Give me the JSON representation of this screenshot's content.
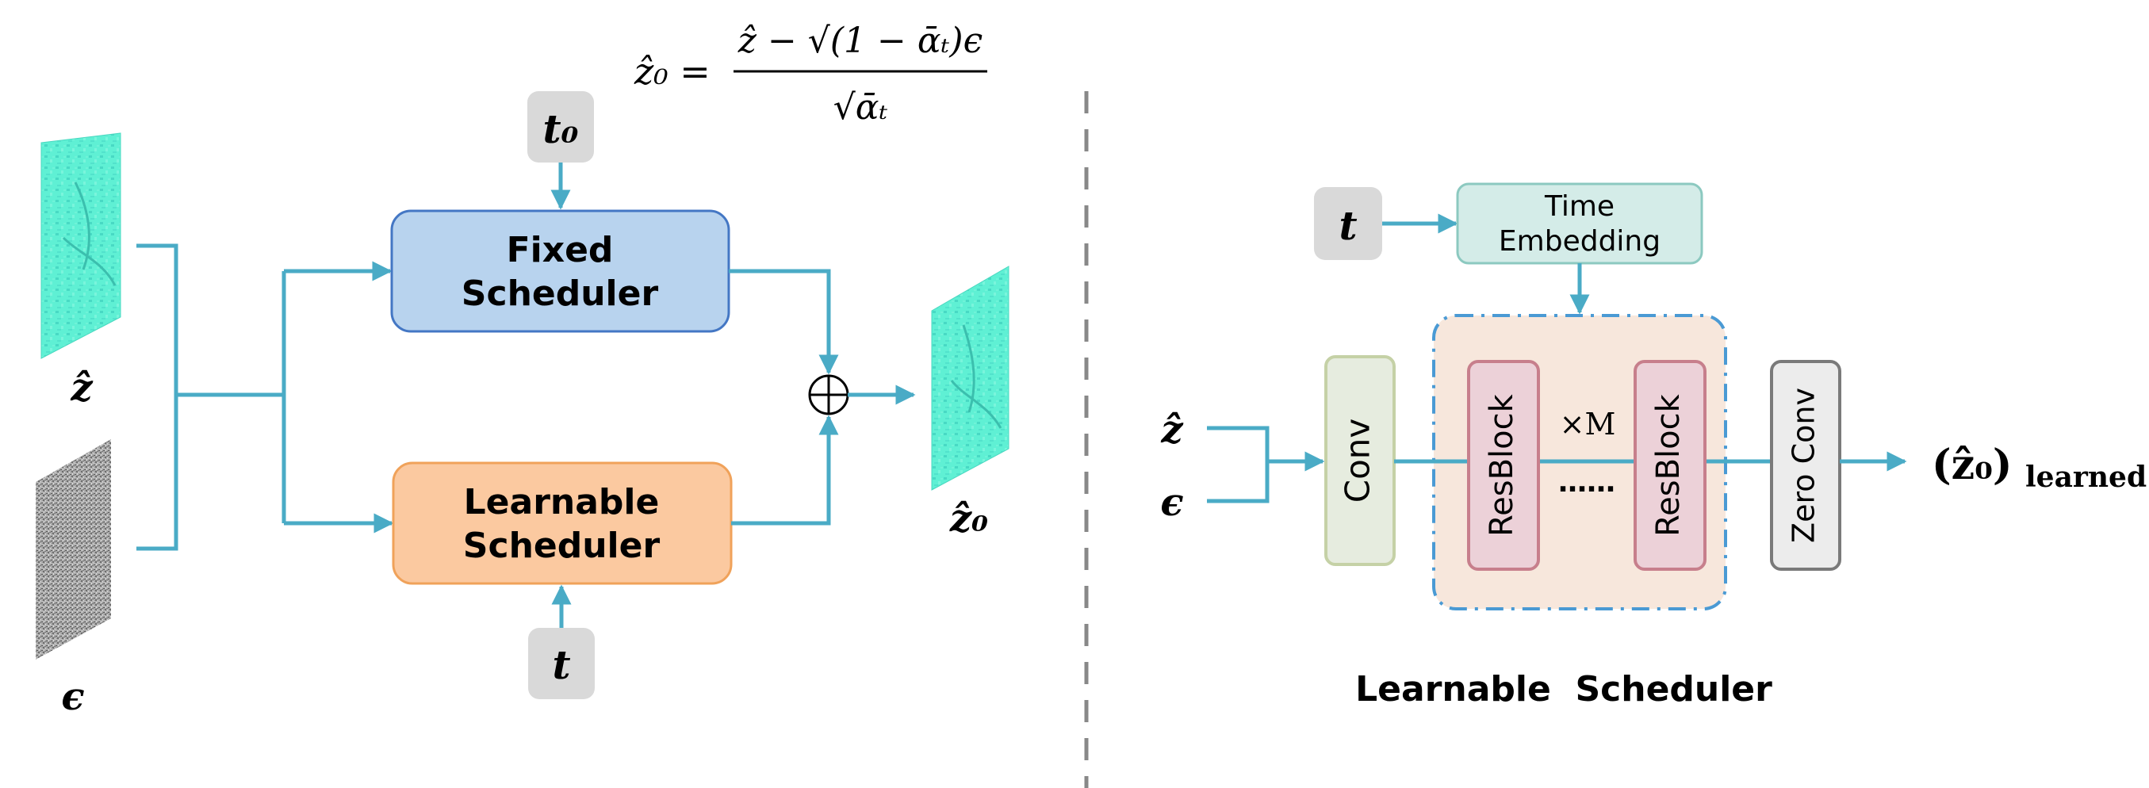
{
  "colors": {
    "line": "#4aabc6",
    "fixed_fill": "#b8d3ee",
    "fixed_stroke": "#4477c4",
    "learnable_fill": "#fbc9a0",
    "learnable_stroke": "#f0a25a",
    "token_fill": "#d9d9d9",
    "time_fill": "#d4ece8",
    "time_stroke": "#8cc9c0",
    "conv_fill": "#e6ecdf",
    "conv_stroke": "#c5d1a6",
    "res_fill": "#ecd1d8",
    "res_stroke": "#c77f8c",
    "zero_fill": "#ececec",
    "zero_stroke": "#7a7a7a",
    "region_fill": "#f7e7dc",
    "region_stroke": "#4a9ad4",
    "divider": "#888888",
    "latent_cyan": "#5ff0d4",
    "noise_gray": "#9a9a9a"
  },
  "left": {
    "formula": {
      "lhs": "ẑ₀ =",
      "numerator": "ẑ − √(1 − ᾱₜ)ϵ",
      "denominator": "√ᾱₜ"
    },
    "input_z_label": "ẑ",
    "input_eps_label": "ϵ",
    "t0_label": "t₀",
    "t_label": "t",
    "fixed_scheduler": [
      "Fixed",
      "Scheduler"
    ],
    "learnable_scheduler": [
      "Learnable",
      "Scheduler"
    ],
    "plus_symbol": "⊕",
    "output_label": "ẑ₀",
    "latent_image": "latent-map",
    "noise_image": "noise-map"
  },
  "right": {
    "t_label": "t",
    "time_embedding": [
      "Time",
      "Embedding"
    ],
    "input_z_label": "ẑ",
    "input_eps_label": "ϵ",
    "conv_label": "Conv",
    "resblock_label": "ResBlock",
    "repeat_label": "×M",
    "dots_label": "……",
    "zero_conv_label": "Zero Conv",
    "output_main": "(ẑ₀)",
    "output_sub": "learned",
    "caption": "Learnable  Scheduler"
  }
}
